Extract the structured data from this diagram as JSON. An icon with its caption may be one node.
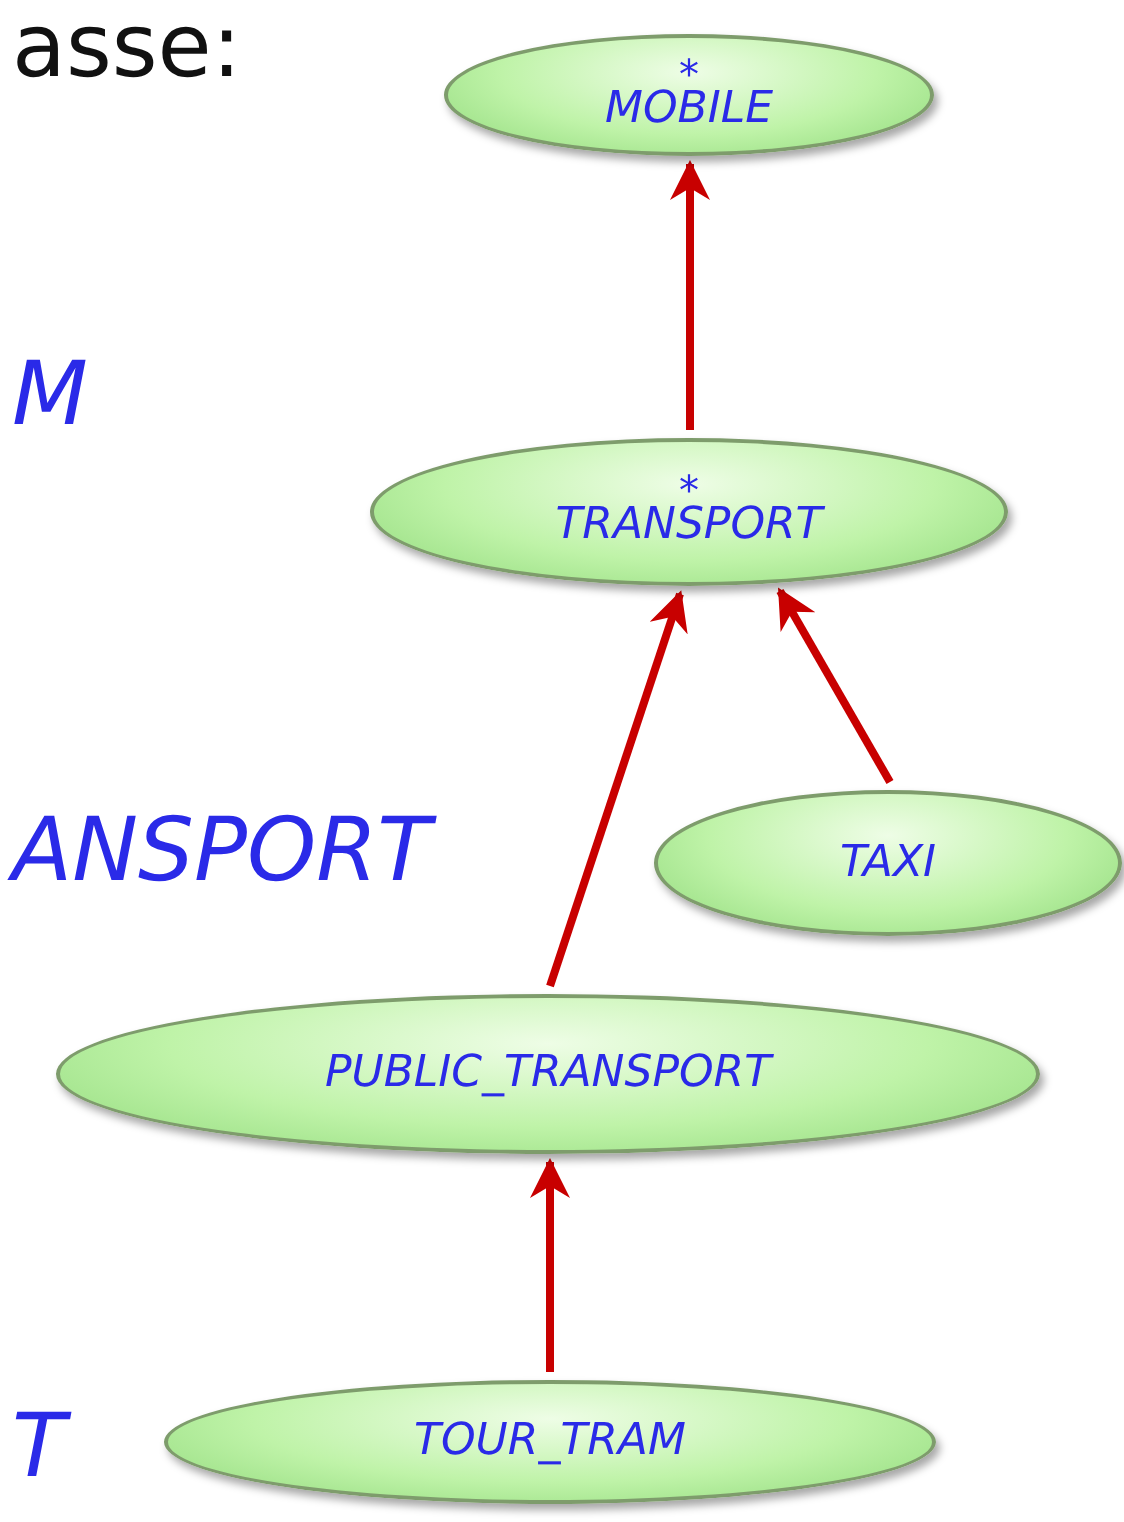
{
  "diagram": {
    "nodes": [
      {
        "text": [
          "*",
          "MOBILE"
        ]
      },
      {
        "text": [
          "*",
          "TRANSPORT"
        ]
      },
      {
        "text": [
          "TAXI"
        ]
      },
      {
        "text": [
          "PUBLIC_TRANSPORT"
        ]
      },
      {
        "text": [
          "TOUR_TRAM"
        ]
      }
    ],
    "edges": [
      {
        "from": 1,
        "to": 0,
        "arrow": "to"
      },
      {
        "from": 3,
        "to": 1,
        "arrow": "to"
      },
      {
        "from": 2,
        "to": 1,
        "arrow": "to"
      },
      {
        "from": 4,
        "to": 3,
        "arrow": "to"
      }
    ],
    "labels": [
      "asse:",
      "M",
      "ANSPORT",
      "T"
    ]
  }
}
